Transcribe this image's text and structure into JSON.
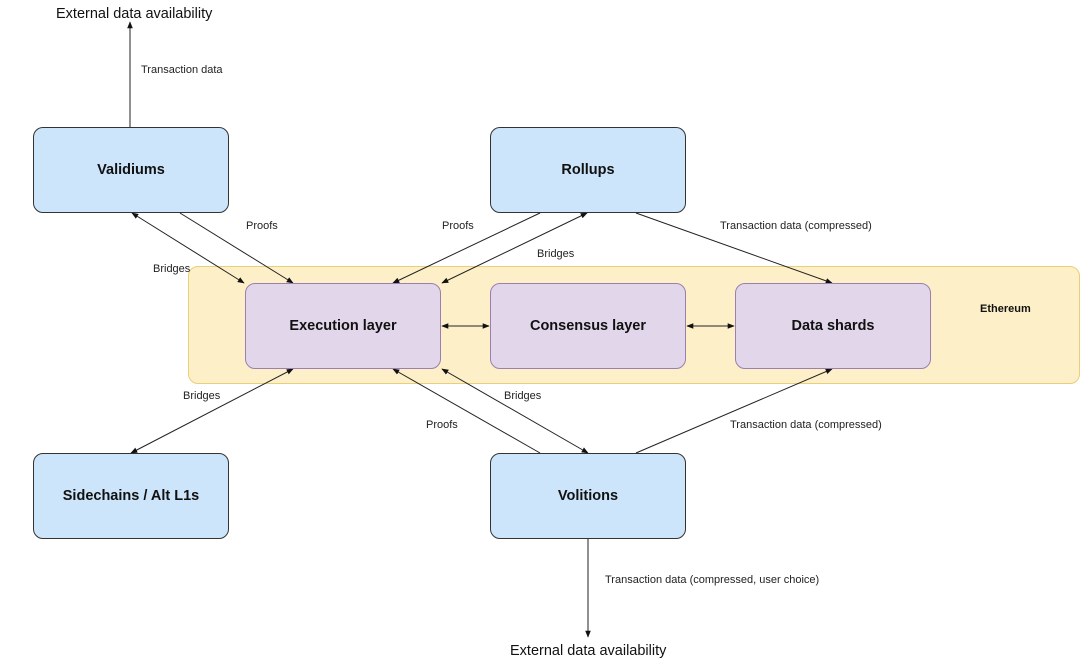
{
  "nodes": {
    "validiums": "Validiums",
    "rollups": "Rollups",
    "execution": "Execution layer",
    "consensus": "Consensus layer",
    "shards": "Data shards",
    "sidechains": "Sidechains / Alt L1s",
    "volitions": "Volitions"
  },
  "group_label": "Ethereum",
  "external_top": "External data availability",
  "external_bottom": "External data availability",
  "edge_labels": {
    "validium_tx": "Transaction data",
    "validium_proofs": "Proofs",
    "validium_bridges": "Bridges",
    "rollup_proofs": "Proofs",
    "rollup_bridges": "Bridges",
    "rollup_tx": "Transaction data (compressed)",
    "sidechain_bridges": "Bridges",
    "volition_proofs": "Proofs",
    "volition_bridges": "Bridges",
    "volition_tx": "Transaction data (compressed)",
    "volition_ext_tx": "Transaction data (compressed, user choice)"
  },
  "colors": {
    "external_node": "#cce5fb",
    "layer_node": "#e2d6ea",
    "ethereum_group": "#fdf0c8"
  }
}
